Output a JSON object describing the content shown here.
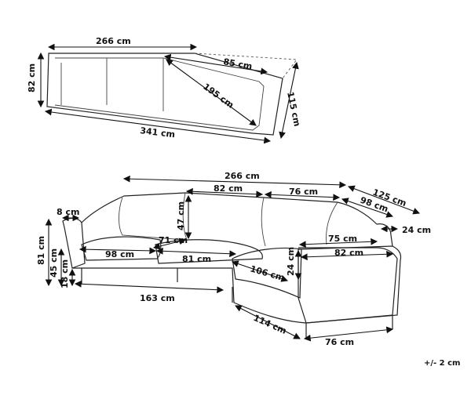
{
  "top_view": {
    "width": "266 cm",
    "depth": "82 cm",
    "chaise_width": "85 cm",
    "diagonal": "195 cm",
    "chaise_length": "115 cm",
    "total_length": "341 cm"
  },
  "front_view": {
    "total_width": "266 cm",
    "back_cushion_width": "82 cm",
    "back_cushion_width_2": "76 cm",
    "chaise_top": "125 cm",
    "chaise_back": "98 cm",
    "arm_depth": "8 cm",
    "back_height": "47 cm",
    "arm_height": "24 cm",
    "chaise_seat": "75 cm",
    "total_height": "81 cm",
    "seat_height": "45 cm",
    "leg_height": "18 cm",
    "seat_depth": "98 cm",
    "seat_gap": "71 cm",
    "seat_width": "81 cm",
    "chaise_seat_depth": "106 cm",
    "chaise_arm_height": "24 cm",
    "chaise_front_width": "82 cm",
    "base_length": "163 cm",
    "chaise_side": "114 cm",
    "chaise_front": "76 cm"
  },
  "tolerance": "+/- 2 cm"
}
